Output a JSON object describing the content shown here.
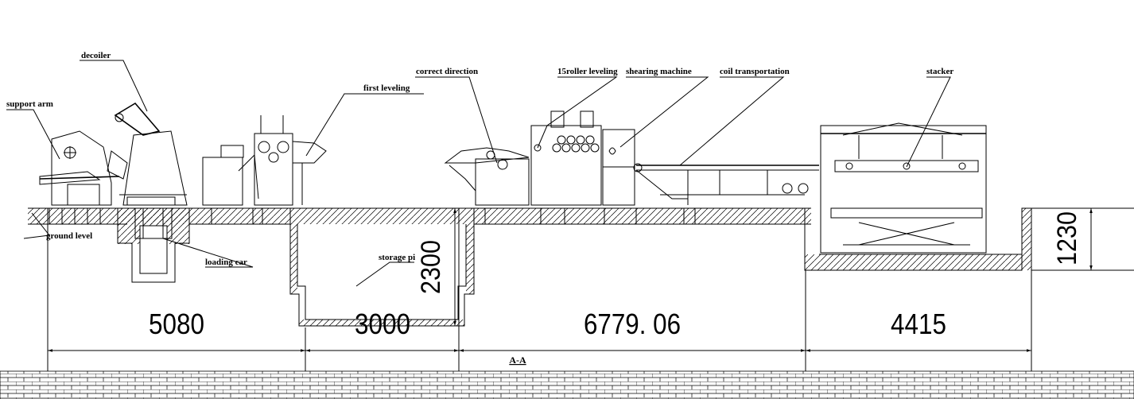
{
  "labels": {
    "decoiler": "decoiler",
    "support_arm": "support arm",
    "ground_level": "ground level",
    "loading_car": "loading car",
    "first_leveling": "first leveling",
    "storage_pit": "storage pi",
    "correct_direction": "correct direction",
    "roller_leveling": "15roller leveling",
    "shearing_machine": "shearing machine",
    "coil_transportation": "coil transportation",
    "stacker": "stacker"
  },
  "dimensions": {
    "d1": "5080",
    "d2": "3000",
    "d3": "6779. 06",
    "d4": "4415",
    "pit_depth": "2300",
    "stacker_pit_depth": "1230"
  },
  "section_label": "A-A"
}
